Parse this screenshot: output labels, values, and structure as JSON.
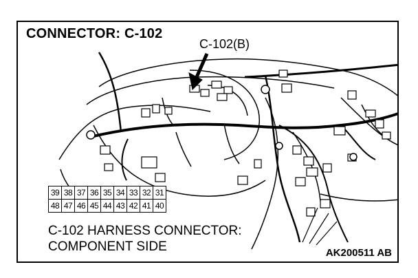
{
  "diagram": {
    "title": "CONNECTOR: C-102",
    "callout_label": "C-102(B)",
    "connector_pins": {
      "row1": [
        "39",
        "38",
        "37",
        "36",
        "35",
        "34",
        "33",
        "32",
        "31"
      ],
      "row2": [
        "48",
        "47",
        "46",
        "45",
        "44",
        "43",
        "42",
        "41",
        "40"
      ]
    },
    "caption_line1": "C-102 HARNESS CONNECTOR:",
    "caption_line2": "COMPONENT SIDE",
    "figure_code": "AK200511 AB"
  },
  "colors": {
    "line": "#000000",
    "background": "#ffffff"
  }
}
